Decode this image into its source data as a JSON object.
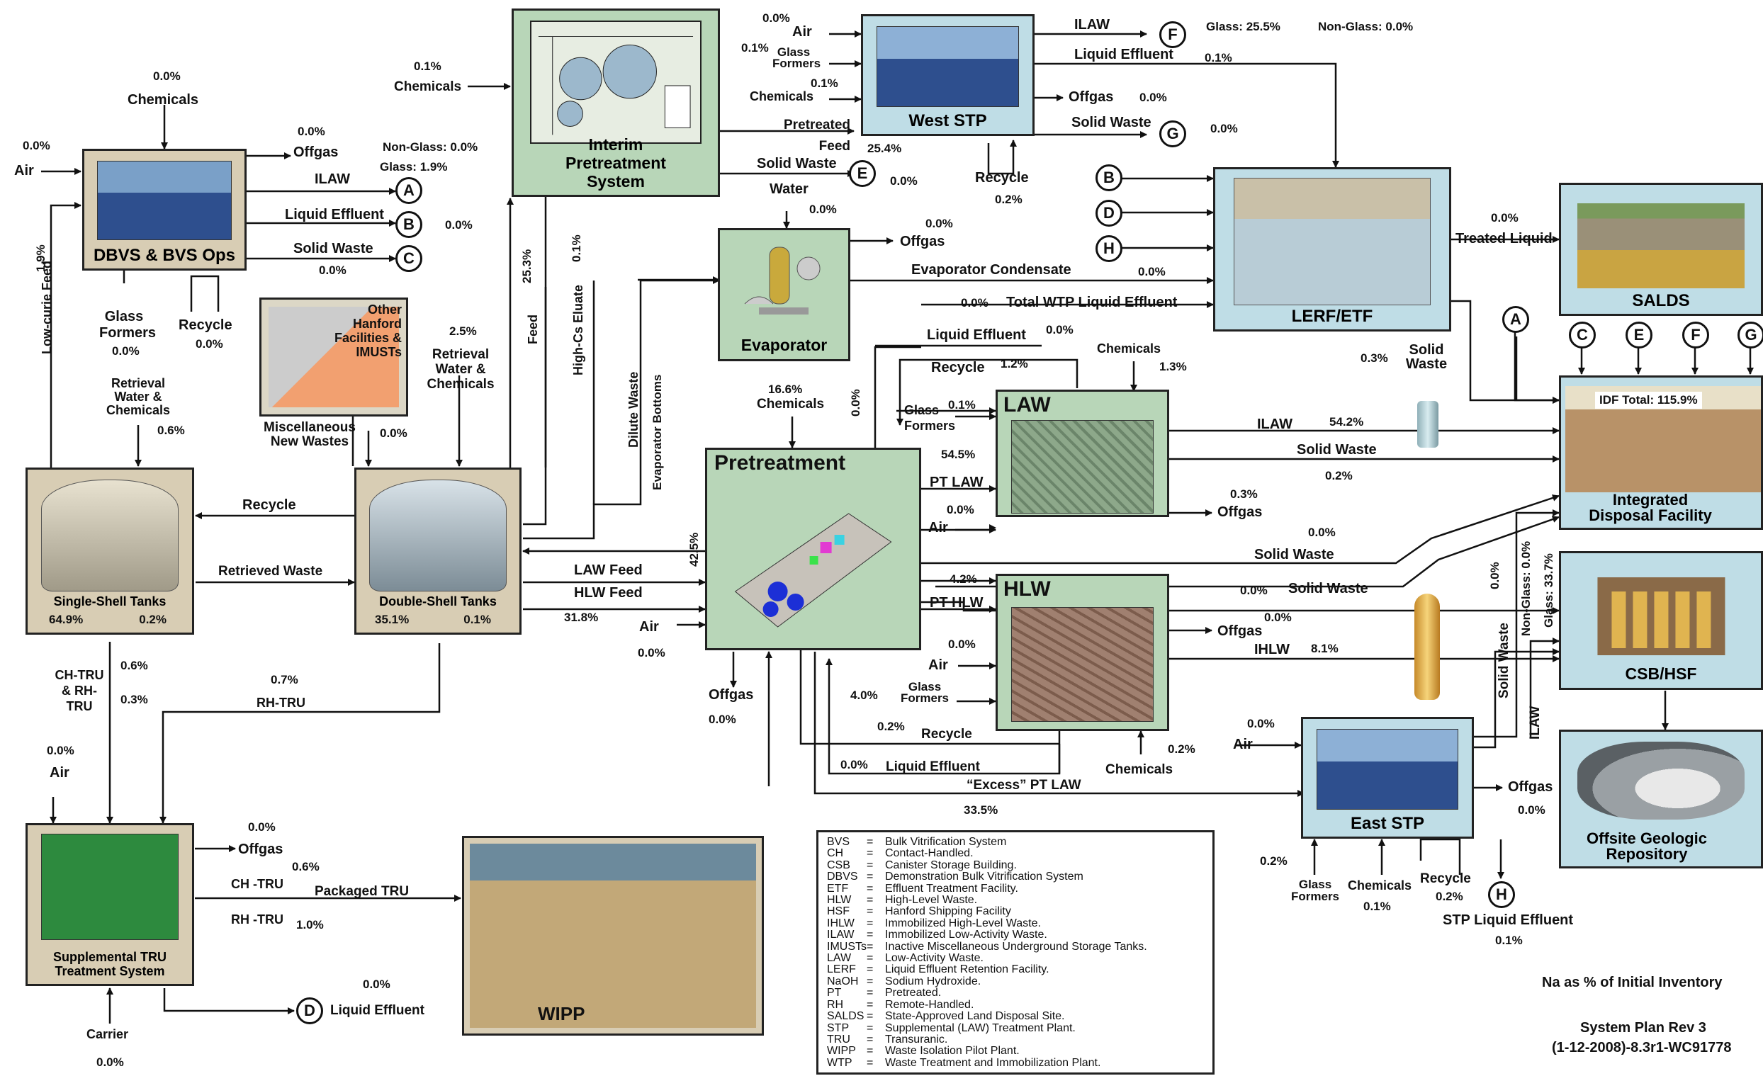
{
  "facilities": {
    "dbvs": "DBVS & BVS Ops",
    "interim": "Interim Pretreatment System",
    "west_stp": "West STP",
    "evaporator": "Evaporator",
    "lerf": "LERF/ETF",
    "salds": "SALDS",
    "other_hanford": "Other Hanford Facilities & IMUSTs",
    "ssts": "Single-Shell Tanks",
    "dsts": "Double-Shell Tanks",
    "pretreatment": "Pretreatment",
    "law": "LAW",
    "hlw": "HLW",
    "idf": "Integrated Disposal Facility",
    "idf_total": "IDF Total: 115.9%",
    "csb": "CSB/HSF",
    "repository": "Offsite Geologic Repository",
    "east_stp": "East STP",
    "tru": "Supplemental TRU Treatment System",
    "wipp": "WIPP"
  },
  "labels": {
    "air": "Air",
    "chemicals": "Chemicals",
    "offgas": "Offgas",
    "ilaw": "ILAW",
    "liquid_effluent": "Liquid Effluent",
    "solid_waste": "Solid Waste",
    "recycle": "Recycle",
    "glass_formers": "Glass Formers",
    "low_curie_feed": "Low-curie Feed",
    "pretreated_feed": "Pretreated Feed",
    "water": "Water",
    "feed": "Feed",
    "high_cs_eluate": "High-Cs Eluate",
    "dilute_waste": "Dilute Waste",
    "evap_bottoms": "Evaporator Bottoms",
    "evap_condensate": "Evaporator Condensate",
    "total_wtp": "Total WTP Liquid Effluent",
    "treated_liquid": "Treated Liquid",
    "retrieval_water": "Retrieval Water & Chemicals",
    "misc_wastes": "Miscellaneous New Wastes",
    "retrieved_waste": "Retrieved Waste",
    "law_feed": "LAW Feed",
    "hlw_feed": "HLW Feed",
    "pt_law": "PT LAW",
    "pt_hlw": "PT HLW",
    "ihlw": "IHLW",
    "excess_pt_law": "“Excess” PT LAW",
    "ch_rh_tru": "CH-TRU & RH-TRU",
    "rh_tru": "RH-TRU",
    "ch_tru": "CH -TRU",
    "rh_tru2": "RH -TRU",
    "packaged_tru": "Packaged TRU",
    "carrier": "Carrier",
    "stp_liquid_effluent": "STP Liquid Effluent",
    "non_glass": "Non-Glass:",
    "glass": "Glass:"
  },
  "circles": [
    "A",
    "B",
    "C",
    "D",
    "E",
    "F",
    "G",
    "H"
  ],
  "values": {
    "dbvs_chem": "0.0%",
    "dbvs_air": "0.0%",
    "dbvs_offgas": "0.0%",
    "dbvs_nonglass": "Non-Glass: 0.0%",
    "dbvs_glass": "Glass: 1.9%",
    "dbvs_le": "0.0%",
    "dbvs_sw": "0.0%",
    "dbvs_gf": "0.0%",
    "dbvs_rec": "0.0%",
    "lowcurie": "1.9%",
    "ips_chem": "0.1%",
    "ips_feed": "25.3%",
    "ips_eluate": "0.1%",
    "wstp_air": "0.0%",
    "wstp_gf": "0.1%",
    "wstp_chem": "0.1%",
    "wstp_pf": "25.4%",
    "wstp_sw_e": "0.0%",
    "wstp_glass": "Glass: 25.5%",
    "wstp_nonglass": "Non-Glass: 0.0%",
    "wstp_le": "0.1%",
    "wstp_offgas": "0.0%",
    "wstp_sw": "0.0%",
    "wstp_rec": "0.2%",
    "evap_water": "0.0%",
    "evap_offgas": "0.0%",
    "evap_cond": "0.0%",
    "wtp_le": "0.0%",
    "salds_tl": "0.0%",
    "lerf_sw": "0.3%",
    "misc_new": "0.0%",
    "retr_dst": "2.5%",
    "retr_sst": "0.6%",
    "pt_chem": "16.6%",
    "pt_le": "0.0%",
    "pt_rec": "1.2%",
    "pt_lawloop": "0.0%",
    "law_chem": "1.3%",
    "law_gf": "0.1%",
    "law_ptlaw": "54.5%",
    "law_air": "0.0%",
    "law_ilaw": "54.2%",
    "law_sw": "0.2%",
    "law_offgas": "0.3%",
    "pt_sw": "0.0%",
    "pt_lawfeed": "42.5%",
    "pt_hlwfeed": "31.8%",
    "pt_air": "0.0%",
    "pt_offgas": "0.0%",
    "hlw_pt": "4.2%",
    "hlw_sw": "0.0%",
    "hlw_offgas": "0.0%",
    "hlw_air": "0.0%",
    "hlw_gf": "4.0%",
    "hlw_rec": "0.2%",
    "hlw_ihlw": "8.1%",
    "hlw_chem": "0.2%",
    "hlw_le": "0.0%",
    "excess": "33.5%",
    "sst_pct": "64.9%",
    "sst_b": "0.2%",
    "dst_pct": "35.1%",
    "dst_b": "0.1%",
    "chtru_a": "0.6%",
    "chtru_b": "0.3%",
    "rhtru": "0.7%",
    "tru_air": "0.0%",
    "tru_offgas": "0.0%",
    "tru_ch": "0.6%",
    "tru_rh": "1.0%",
    "tru_le": "0.0%",
    "tru_carrier": "0.0%",
    "estp_air": "0.0%",
    "estp_offgas": "0.0%",
    "estp_gf": "0.2%",
    "estp_chem": "0.1%",
    "estp_rec": "0.2%",
    "estp_le": "0.1%",
    "estp_sw": "0.0%",
    "estp_nonglass": "Non-Glass: 0.0%",
    "estp_glass": "Glass: 33.7%"
  },
  "legend": [
    [
      "BVS",
      "Bulk Vitrification System"
    ],
    [
      "CH",
      "Contact-Handled."
    ],
    [
      "CSB",
      "Canister Storage Building."
    ],
    [
      "DBVS",
      "Demonstration Bulk Vitrification System"
    ],
    [
      "ETF",
      "Effluent Treatment Facility."
    ],
    [
      "HLW",
      "High-Level Waste."
    ],
    [
      "HSF",
      "Hanford Shipping Facility"
    ],
    [
      "IHLW",
      "Immobilized High-Level Waste."
    ],
    [
      "ILAW",
      "Immobilized Low-Activity Waste."
    ],
    [
      "IMUSTs",
      "Inactive Miscellaneous Underground Storage Tanks."
    ],
    [
      "LAW",
      "Low-Activity Waste."
    ],
    [
      "LERF",
      "Liquid Effluent Retention Facility."
    ],
    [
      "NaOH",
      "Sodium Hydroxide."
    ],
    [
      "PT",
      "Pretreated."
    ],
    [
      "RH",
      "Remote-Handled."
    ],
    [
      "SALDS",
      "State-Approved Land Disposal Site."
    ],
    [
      "STP",
      "Supplemental (LAW) Treatment Plant."
    ],
    [
      "TRU",
      "Transuranic."
    ],
    [
      "WIPP",
      "Waste Isolation Pilot Plant."
    ],
    [
      "WTP",
      "Waste Treatment and Immobilization Plant."
    ]
  ],
  "notes": {
    "na": "Na as % of Initial Inventory",
    "plan": "System Plan Rev 3",
    "id": "(1-12-2008)-8.3r1-WC91778"
  },
  "colors": {
    "green_box": "#b8d6b8",
    "tan_box": "#d8cdb4",
    "teal_box": "#bfdde6"
  }
}
